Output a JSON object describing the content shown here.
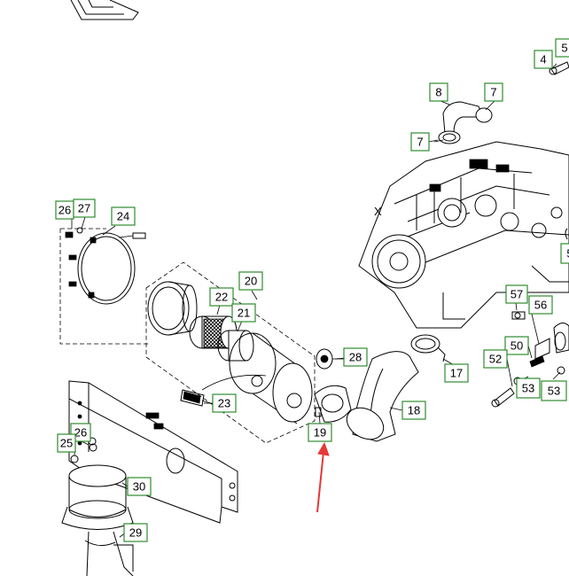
{
  "diagram": {
    "engine_marker": "X",
    "arrow_color": "#e53935",
    "callout_border_color": "#2e8b2e",
    "callouts": [
      {
        "id": "c1",
        "label": "4"
      },
      {
        "id": "c2",
        "label": "5"
      },
      {
        "id": "c3",
        "label": "8"
      },
      {
        "id": "c4",
        "label": "7"
      },
      {
        "id": "c5",
        "label": "7"
      },
      {
        "id": "c6",
        "label": "26"
      },
      {
        "id": "c7",
        "label": "27"
      },
      {
        "id": "c8",
        "label": "24"
      },
      {
        "id": "c9",
        "label": "20"
      },
      {
        "id": "c10",
        "label": "22"
      },
      {
        "id": "c11",
        "label": "21"
      },
      {
        "id": "c12",
        "label": "28"
      },
      {
        "id": "c13",
        "label": "23"
      },
      {
        "id": "c14",
        "label": "57"
      },
      {
        "id": "c15",
        "label": "56"
      },
      {
        "id": "c16",
        "label": "5"
      },
      {
        "id": "c17",
        "label": "50"
      },
      {
        "id": "c18",
        "label": "52"
      },
      {
        "id": "c19",
        "label": "17"
      },
      {
        "id": "c20",
        "label": "53"
      },
      {
        "id": "c21",
        "label": "53"
      },
      {
        "id": "c22",
        "label": "18"
      },
      {
        "id": "c23",
        "label": "19"
      },
      {
        "id": "c24",
        "label": "26"
      },
      {
        "id": "c25",
        "label": "25"
      },
      {
        "id": "c26",
        "label": "30"
      },
      {
        "id": "c27",
        "label": "29"
      }
    ]
  }
}
